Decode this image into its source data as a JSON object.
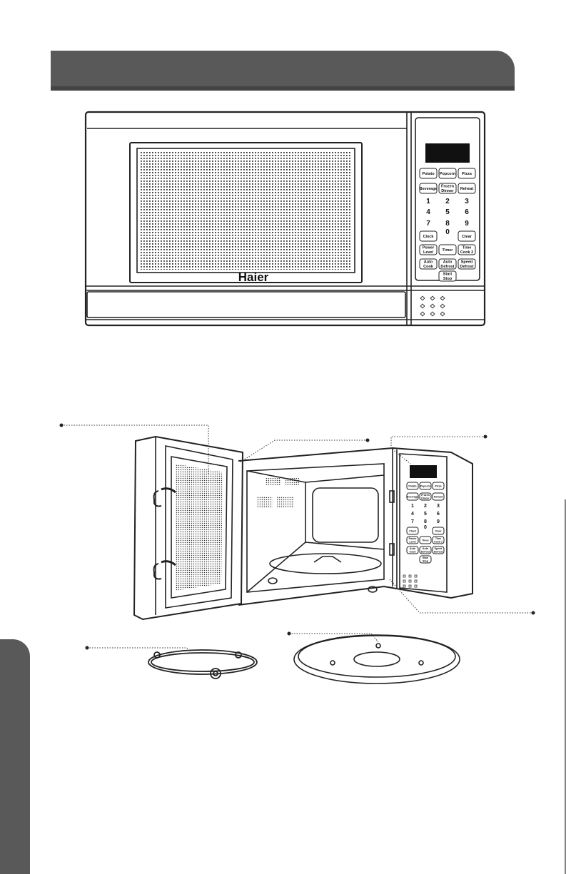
{
  "front_view": {
    "brand": "Haier",
    "keypad": {
      "row1": [
        "Potato",
        "Popcorn",
        "Pizza"
      ],
      "row2": [
        "Beverage",
        [
          "Frozen",
          "Dinner"
        ],
        "Reheat"
      ],
      "digits": [
        "1",
        "2",
        "3",
        "4",
        "5",
        "6",
        "7",
        "8",
        "9",
        "0"
      ],
      "clock": "Clock",
      "clear": "Clear",
      "row5": [
        [
          "Power",
          "Level"
        ],
        "Timer",
        [
          "Time",
          "Cook 2"
        ]
      ],
      "row6": [
        [
          "Auto",
          "Cook"
        ],
        [
          "Auto",
          "Defrost"
        ],
        [
          "Speed",
          "Defrost"
        ]
      ],
      "start": [
        "Start",
        "Stop"
      ]
    }
  },
  "open_view": {
    "keypad": {
      "row1": [
        "Potato",
        "Popcorn",
        "Pizza"
      ],
      "row2": [
        "Beverage",
        [
          "Frozen",
          "Dinner"
        ],
        "Reheat"
      ],
      "digits": [
        "1",
        "2",
        "3",
        "4",
        "5",
        "6",
        "7",
        "8",
        "9",
        "0"
      ],
      "clock": "Clock",
      "clear": "Clear",
      "row5": [
        [
          "Power",
          "Level"
        ],
        "Timer",
        [
          "Time",
          "Cook 2"
        ]
      ],
      "row6": [
        [
          "Auto",
          "Cook"
        ],
        [
          "Auto",
          "Defrost"
        ],
        [
          "Speed",
          "Defrost"
        ]
      ],
      "start": [
        "Start",
        "Stop"
      ]
    }
  },
  "colors": {
    "header": "#595959",
    "line": "#222222"
  }
}
